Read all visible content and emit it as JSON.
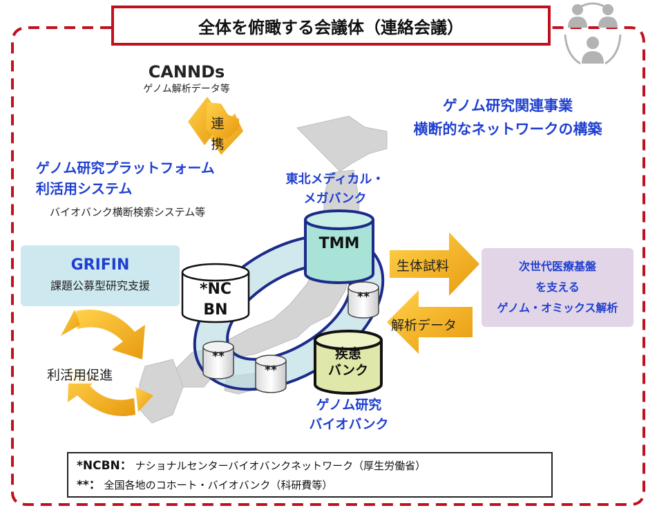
{
  "header": {
    "title": "全体を俯瞰する会議体（連絡会議）"
  },
  "canndes": {
    "title": "CANNDs",
    "subtitle": "ゲノム解析データ等"
  },
  "renkei_arrow": {
    "label1": "連",
    "label2": "携"
  },
  "platform": {
    "line1": "ゲノム研究プラットフォーム",
    "line2": "利活用システム",
    "sub": "バイオバンク横断検索システム等"
  },
  "network": {
    "line1": "ゲノム研究関連事業",
    "line2": "横断的なネットワークの構築"
  },
  "griffin": {
    "title": "GRIFIN",
    "subtitle": "課題公募型研究支援"
  },
  "promotion": {
    "label": "利活用促進"
  },
  "tohoku": {
    "line1": "東北メディカル・",
    "line2": "メガバンク"
  },
  "tmm": {
    "label": "TMM"
  },
  "ncbn": {
    "line1": "*NC",
    "line2": "BN"
  },
  "cohort": {
    "label": "**"
  },
  "disease": {
    "line1": "疾患",
    "line2": "バンク"
  },
  "genome_biobank": {
    "line1": "ゲノム研究",
    "line2": "バイオバンク"
  },
  "arrows": {
    "bio_sample": "生体試料",
    "analysis_data": "解析データ"
  },
  "next_gen": {
    "line1": "次世代医療基盤",
    "line2": "を支える",
    "line3": "ゲノム・オミックス解析"
  },
  "legend": {
    "ncbn_key": "*NCBN：",
    "ncbn_text": "ナショナルセンターバイオバンクネットワーク（厚生労働省）",
    "cohort_key": "**：",
    "cohort_text": "全国各地のコホート・バイオバンク（科研費等）"
  },
  "colors": {
    "frame_red": "#c0101e",
    "blue_text": "#1f3fd0",
    "arrow_gold": "#f0b428",
    "ring_navy": "#1c2a8a"
  },
  "icons": [
    "people-meeting-icon",
    "bidirectional-arrow-icon",
    "cycle-arrows-icon",
    "cylinder-database-icon",
    "japan-map-icon"
  ]
}
